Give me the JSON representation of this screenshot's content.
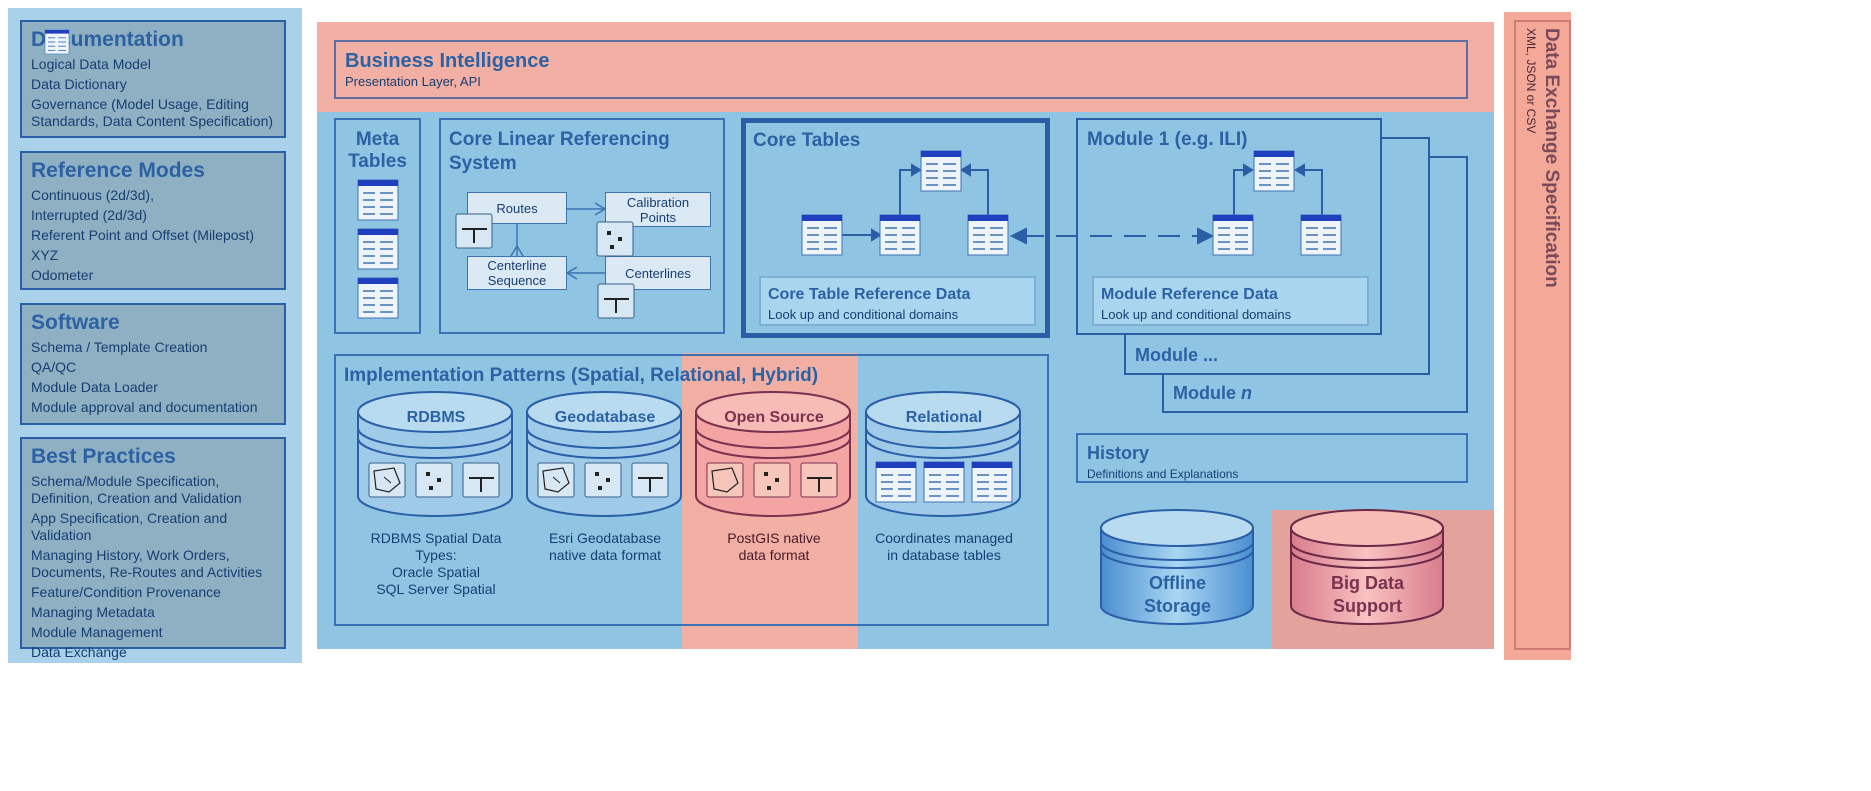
{
  "left": {
    "documentation": {
      "title": "Documentation",
      "items": [
        "Logical Data Model",
        "Data Dictionary",
        "Governance (Model Usage, Editing Standards, Data Content Specification)"
      ]
    },
    "reference_modes": {
      "title": "Reference Modes",
      "items": [
        "Continuous (2d/3d),",
        "Interrupted (2d/3d)",
        "Referent Point and Offset (Milepost)",
        "XYZ",
        "Odometer"
      ]
    },
    "software": {
      "title": "Software",
      "items": [
        "Schema / Template Creation",
        "QA/QC",
        "Module Data Loader",
        "Module approval and documentation"
      ]
    },
    "best_practices": {
      "title": "Best Practices",
      "items": [
        "Schema/Module Specification, Definition, Creation and Validation",
        "App Specification, Creation and Validation",
        "Managing History, Work Orders, Documents, Re-Routes and Activities",
        "Feature/Condition Provenance",
        "Managing Metadata",
        "Module Management",
        "Data Exchange"
      ]
    }
  },
  "bi": {
    "title": "Business Intelligence",
    "subtitle": "Presentation Layer,  API"
  },
  "meta": {
    "title_line1": "Meta",
    "title_line2": "Tables"
  },
  "lrs": {
    "title_line1": "Core Linear Referencing",
    "title_line2": "System",
    "routes": "Routes",
    "calibration_line1": "Calibration",
    "calibration_line2": "Points",
    "centerline_seq_line1": "Centerline",
    "centerline_seq_line2": "Sequence",
    "centerlines": "Centerlines"
  },
  "core": {
    "title": "Core Tables",
    "ref_title": "Core Table Reference Data",
    "ref_sub": "Look up and conditional domains"
  },
  "module1": {
    "title": "Module 1 (e.g. ILI)",
    "ref_title": "Module Reference Data",
    "ref_sub": "Look up and conditional domains"
  },
  "module_more": {
    "title": "Module ..."
  },
  "module_n": {
    "title_prefix": "Module ",
    "title_italic": "n"
  },
  "history": {
    "title": "History",
    "subtitle": "Definitions and Explanations"
  },
  "impl": {
    "title": "Implementation Patterns (Spatial, Relational, Hybrid)",
    "cylinders": [
      {
        "name": "RDBMS",
        "desc": [
          "RDBMS Spatial Data",
          "Types:",
          "Oracle Spatial",
          "SQL Server Spatial"
        ]
      },
      {
        "name": "Geodatabase",
        "desc": [
          "Esri Geodatabase",
          "native data format"
        ]
      },
      {
        "name": "Open Source",
        "desc": [
          "PostGIS native",
          "data format"
        ]
      },
      {
        "name": "Relational",
        "desc": [
          "Coordinates managed",
          "in database tables"
        ]
      }
    ]
  },
  "storage": {
    "offline_line1": "Offline",
    "offline_line2": "Storage",
    "bigdata_line1": "Big Data",
    "bigdata_line2": "Support"
  },
  "exchange": {
    "title": "Data Exchange Specification",
    "subtitle": "XML, JSON or CSV"
  },
  "colors": {
    "blue_bg": "#8fc5e3",
    "pink_bg": "#f2b0a5",
    "title_blue": "#2c62a4",
    "border_blue": "#3a72b8"
  }
}
